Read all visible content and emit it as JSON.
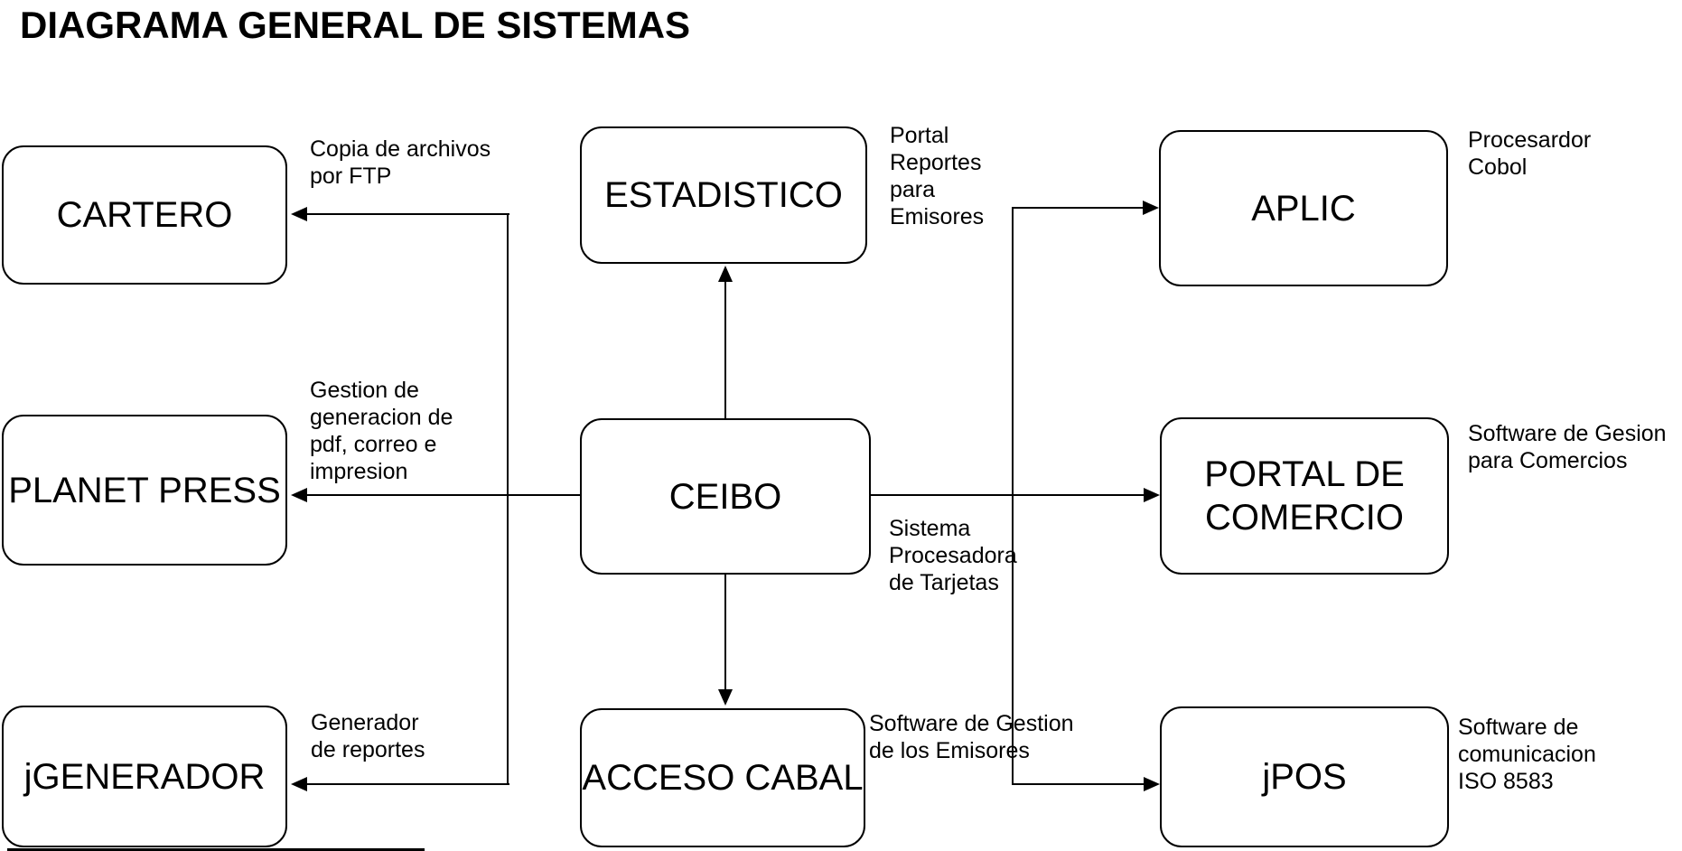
{
  "title": "DIAGRAMA GENERAL DE SISTEMAS",
  "colors": {
    "line": "#000000",
    "box_fill": "#ffffff",
    "background": "#ffffff",
    "text": "#000000"
  },
  "nodes": {
    "cartero": {
      "label": "CARTERO"
    },
    "planet_press": {
      "label": "PLANET PRESS"
    },
    "jgenerador": {
      "label": "jGENERADOR"
    },
    "estadistico": {
      "label": "ESTADISTICO"
    },
    "ceibo": {
      "label": "CEIBO"
    },
    "acceso_cabal": {
      "label": "ACCESO CABAL"
    },
    "aplic": {
      "label": "APLIC"
    },
    "portal_de_comercio": {
      "label": "PORTAL DE COMERCIO"
    },
    "jpos": {
      "label": "jPOS"
    }
  },
  "annotations": {
    "copia_ftp": "Copia de archivos\npor FTP",
    "gestion_pdf": "Gestion de\ngeneracion de\npdf, correo e\nimpresion",
    "generador_reportes": "Generador\nde reportes",
    "portal_reportes": "Portal\nReportes\npara\nEmisores",
    "sistema_procesadora": "Sistema\nProcesadora\nde Tarjetas",
    "software_gestion_emisores": "Software de Gestion\nde los Emisores",
    "procesardor_cobol": "Procesardor\nCobol",
    "software_gesion_comercios": "Software de Gesion\npara Comercios",
    "software_comunicacion": "Software de\ncomunicacion\nISO 8583"
  }
}
